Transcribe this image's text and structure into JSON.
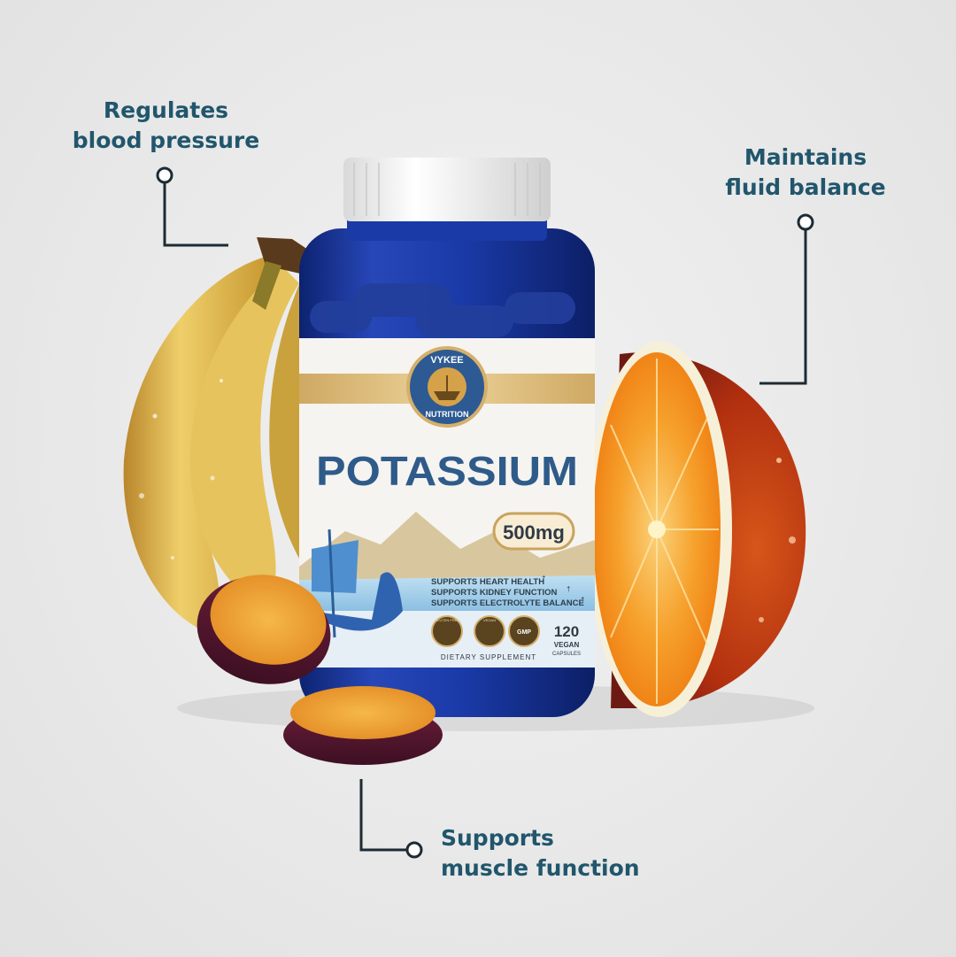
{
  "callouts": {
    "top_left": {
      "line1": "Regulates",
      "line2": "blood pressure"
    },
    "top_right": {
      "line1": "Maintains",
      "line2": "fluid balance"
    },
    "bottom": {
      "line1": "Supports",
      "line2": "muscle function"
    }
  },
  "product": {
    "brand_line1": "VYKEE",
    "brand_line2": "NUTRITION",
    "name": "POTASSIUM",
    "dose": "500mg",
    "benefits": [
      "SUPPORTS HEART HEALTH",
      "SUPPORTS KIDNEY FUNCTION",
      "SUPPORTS ELECTROLYTE BALANCE"
    ],
    "benefit_mark": "†",
    "badges": [
      "GLUTEN FREE",
      "VEGAN",
      "GMP"
    ],
    "count": "120",
    "count_sub1": "VEGAN",
    "count_sub2": "CAPSULES",
    "footer": "DIETARY SUPPLEMENT"
  },
  "colors": {
    "callout_text": "#21566c",
    "bottle_blue": "#1a3d9e",
    "label_gold": "#d9b878",
    "label_title": "#2f5b8a"
  }
}
